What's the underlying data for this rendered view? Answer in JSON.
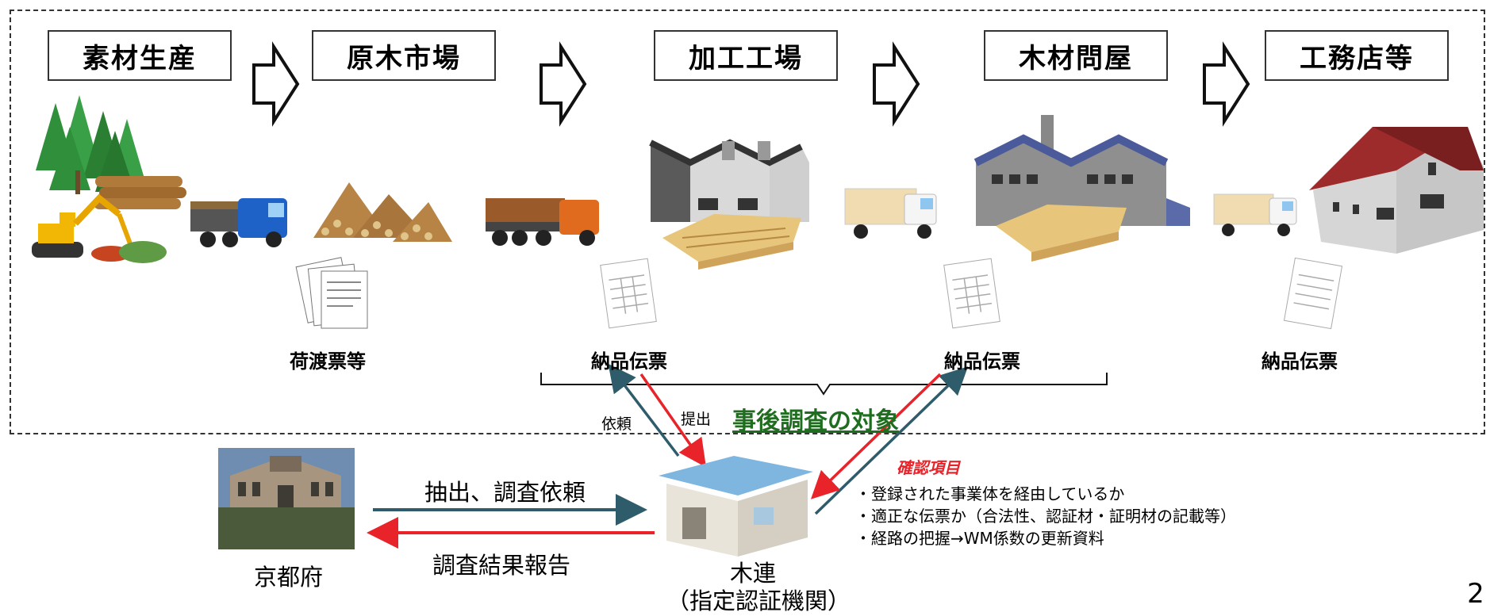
{
  "stages": [
    {
      "label": "素材生産"
    },
    {
      "label": "原木市場"
    },
    {
      "label": "加工工場"
    },
    {
      "label": "木材問屋"
    },
    {
      "label": "工務店等"
    }
  ],
  "documents": [
    {
      "label": "荷渡票等"
    },
    {
      "label": "納品伝票"
    },
    {
      "label": "納品伝票"
    },
    {
      "label": "納品伝票"
    }
  ],
  "survey": {
    "target_label": "事後調査の対象",
    "request_label": "依頼",
    "submit_label": "提出"
  },
  "prefecture": {
    "label": "京都府",
    "request_label": "抽出、調査依頼",
    "report_label": "調査結果報告"
  },
  "mokuren": {
    "name": "木連",
    "role": "（指定認証機関）"
  },
  "checklist": {
    "title": "確認項目",
    "items": [
      "・登録された事業体を経由しているか",
      "・適正な伝票か（合法性、認証材・証明材の記載等）",
      "・経路の把握→WM係数の更新資料"
    ]
  },
  "page_number": "2",
  "colors": {
    "red_arrow": "#e8232a",
    "teal_arrow": "#2e5c6b",
    "highlight_green": "#1f6e1f",
    "check_title": "#e8232a"
  }
}
